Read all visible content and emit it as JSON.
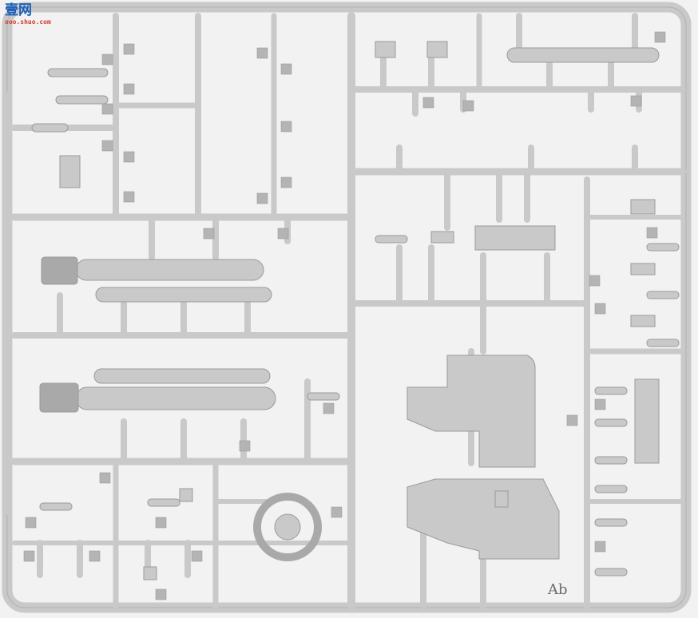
{
  "watermark": {
    "logo_text": "壹网",
    "url": "ooo.shuo.com"
  },
  "sprue": {
    "code": "Ab",
    "colors": {
      "background": "#f2f2f2",
      "plastic": "#c9c9c9",
      "plastic_dark": "#a9a9a9",
      "tag": "#b4b4b4",
      "outline": "#9a9a9a"
    }
  }
}
